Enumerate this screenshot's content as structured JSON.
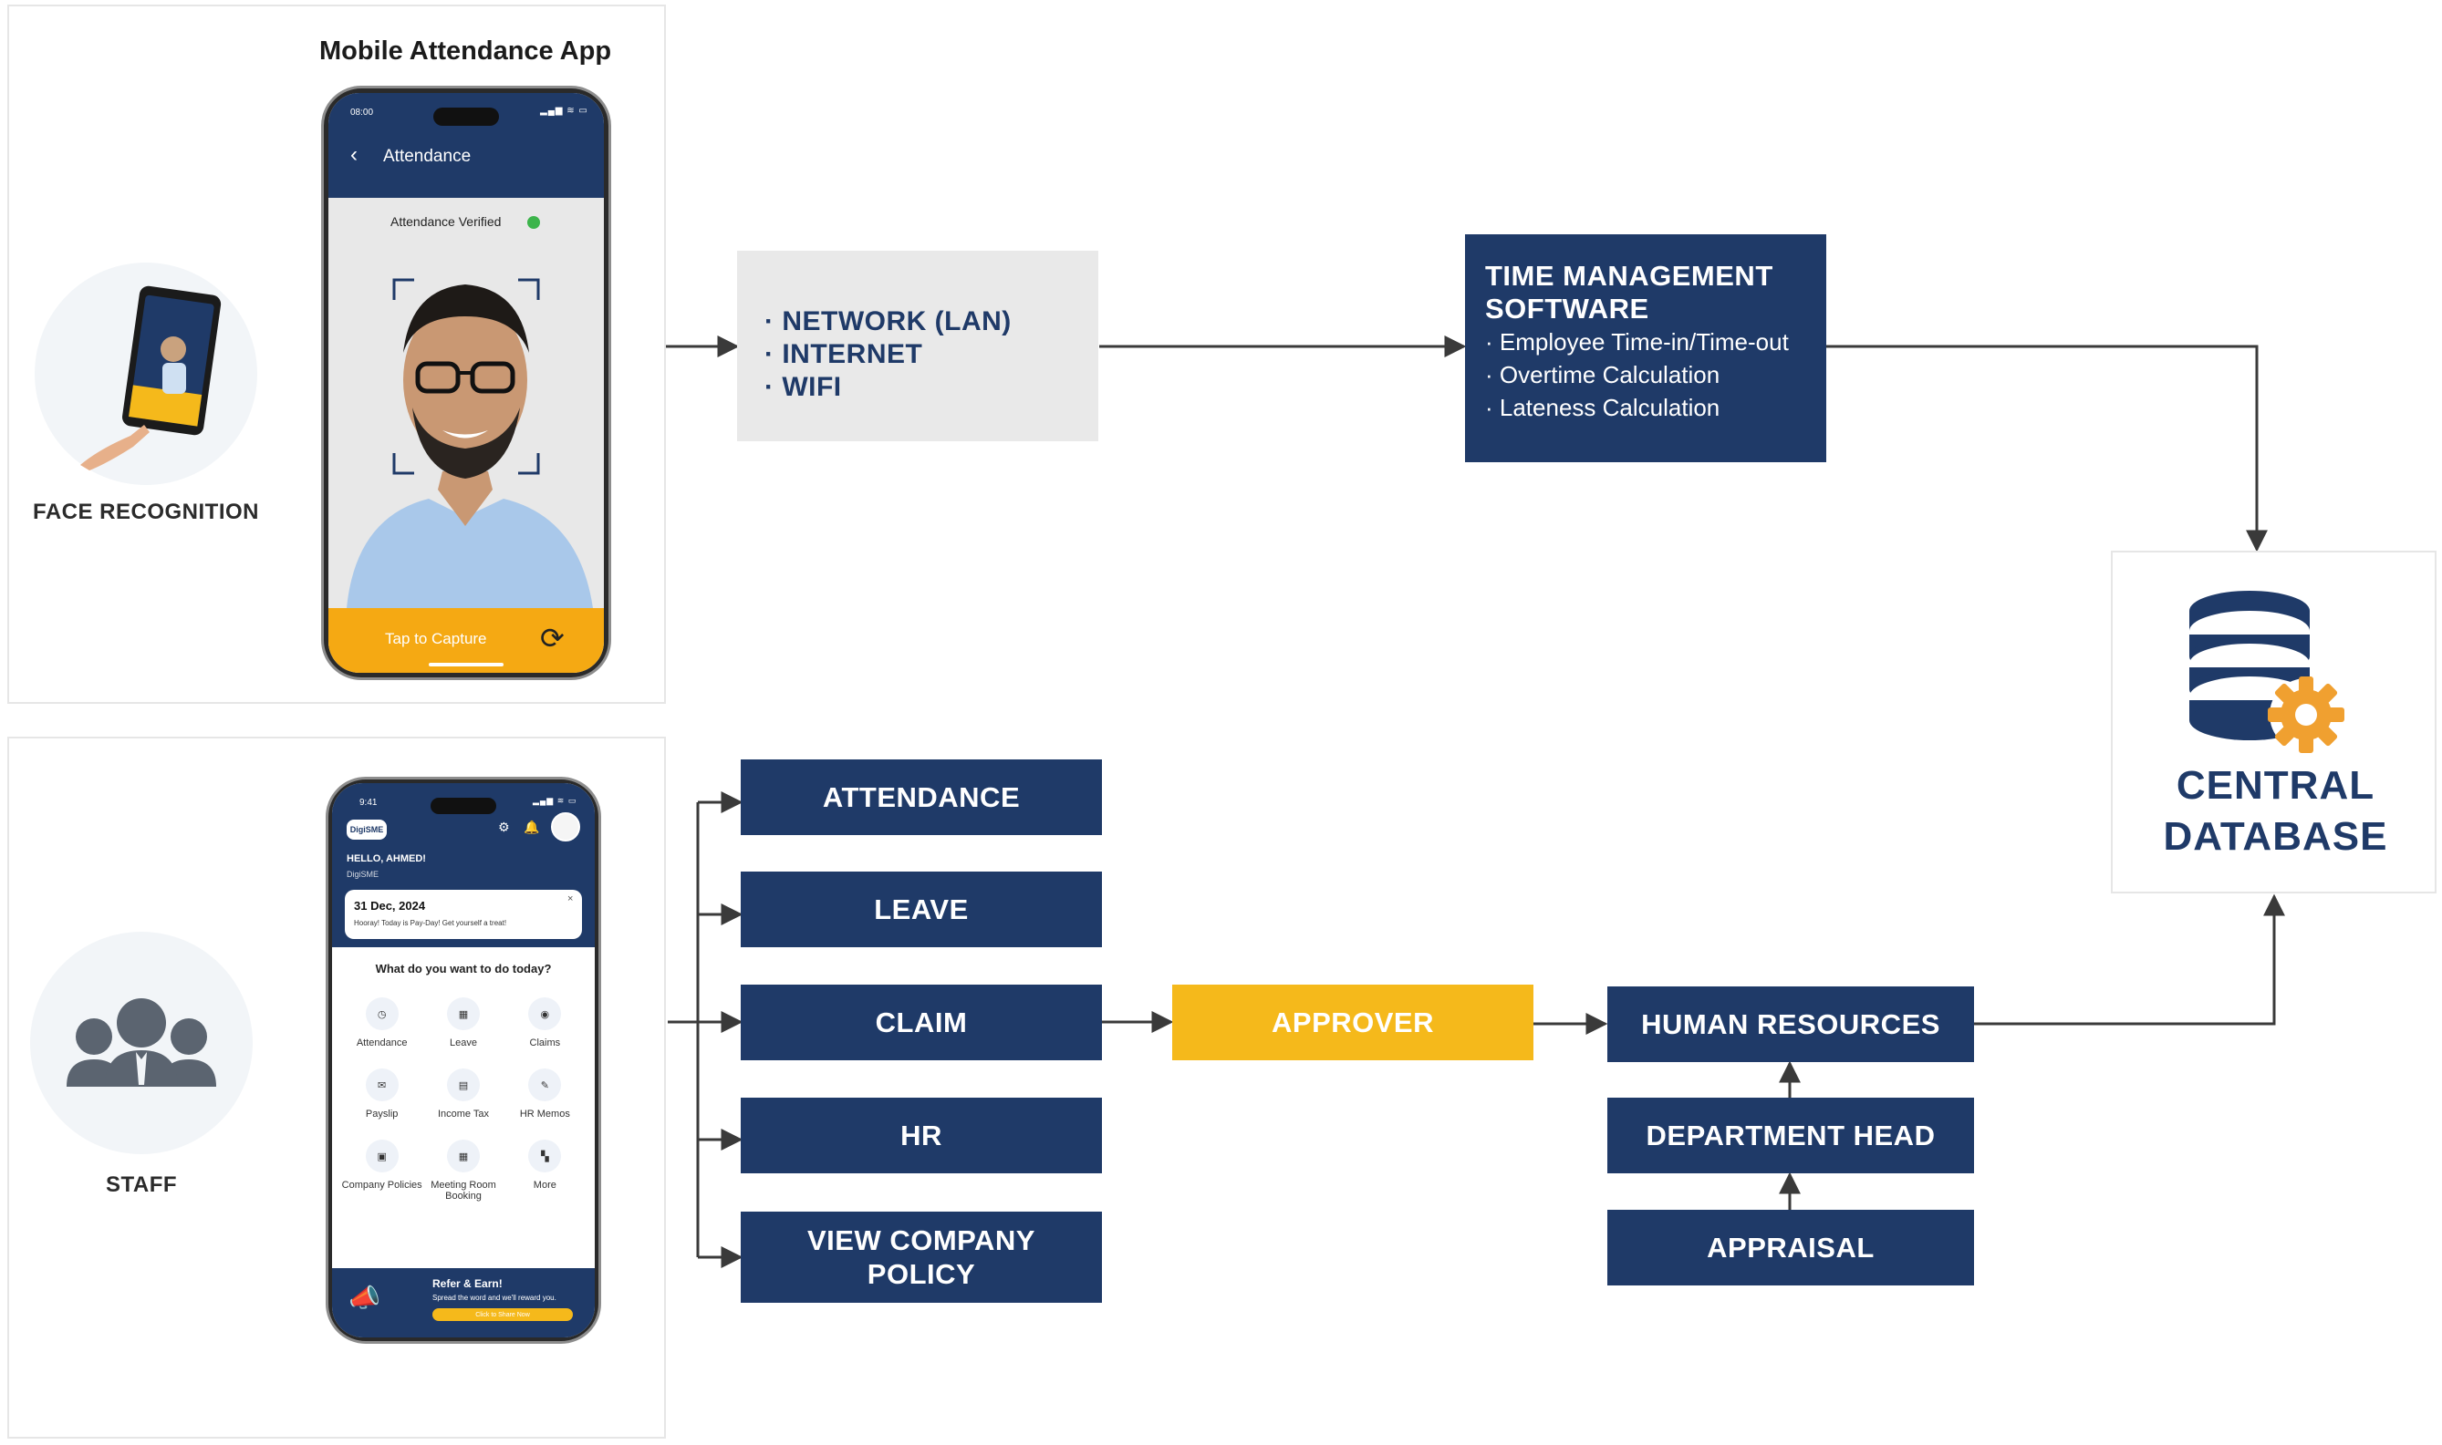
{
  "mobile_app": {
    "title": "Mobile Attendance App",
    "face_recognition_label": "FACE RECOGNITION",
    "phone": {
      "status_time": "08:00",
      "header_title": "Attendance",
      "verified_text": "Attendance Verified",
      "capture_label": "Tap to Capture"
    }
  },
  "staff": {
    "label": "STAFF",
    "phone": {
      "status_time": "9:41",
      "brand": "DigiSME",
      "greeting": "HELLO, AHMED!",
      "company": "DigiSME",
      "notice_date": "31 Dec, 2024",
      "notice_text": "Hooray! Today is Pay-Day! Get yourself a treat!",
      "question": "What do you want to do today?",
      "grid": [
        {
          "label": "Attendance"
        },
        {
          "label": "Leave"
        },
        {
          "label": "Claims"
        },
        {
          "label": "Payslip"
        },
        {
          "label": "Income Tax"
        },
        {
          "label": "HR Memos"
        },
        {
          "label": "Company Policies"
        },
        {
          "label": "Meeting Room Booking"
        },
        {
          "label": "More"
        }
      ],
      "banner_title": "Refer & Earn!",
      "banner_text": "Spread the word and we'll reward you.",
      "banner_button": "Click to Share Now"
    }
  },
  "network": {
    "items": [
      "NETWORK (LAN)",
      "INTERNET",
      "WIFI"
    ]
  },
  "time_management": {
    "title_line1": "TIME MANAGEMENT",
    "title_line2": "SOFTWARE",
    "items": [
      "Employee Time-in/Time-out",
      "Overtime Calculation",
      "Lateness Calculation"
    ]
  },
  "database": {
    "line1": "CENTRAL",
    "line2": "DATABASE"
  },
  "modules": [
    "ATTENDANCE",
    "LEAVE",
    "CLAIM",
    "HR",
    "VIEW COMPANY POLICY"
  ],
  "approver": "APPROVER",
  "hr_chain": [
    "HUMAN RESOURCES",
    "DEPARTMENT HEAD",
    "APPRAISAL"
  ],
  "colors": {
    "navy": "#1f3a68",
    "yellow": "#f5b91b",
    "gray_box": "#e9e9e9",
    "gear_orange": "#f0a030",
    "line": "#3a3a3a"
  }
}
